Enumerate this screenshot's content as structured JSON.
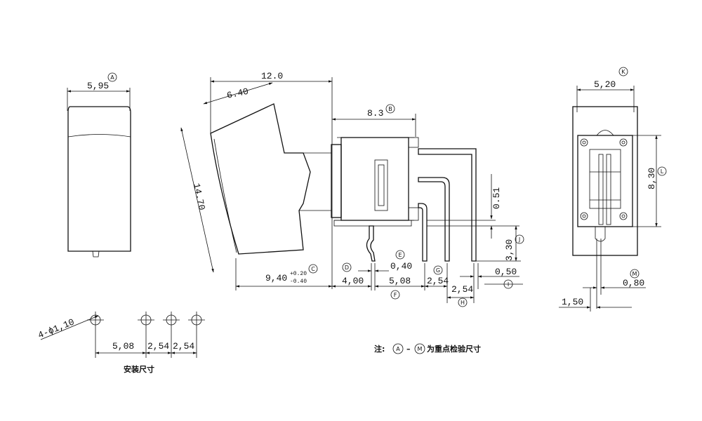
{
  "front_view": {
    "width": "5,95",
    "marker": "A"
  },
  "side_view": {
    "overall_length": "12.0",
    "actuator_offset": "6.40",
    "housing_width": "8.3",
    "housing_marker": "B",
    "actuator_length": "14.70",
    "actuator_to_housing": "9,40",
    "tol_plus": "+0.20",
    "tol_minus": "-0.40",
    "tol_marker": "C",
    "pin_offset": "4,00",
    "pin_offset_marker": "D",
    "pin_thickness": "0,40",
    "pin_thickness_marker": "E",
    "pin_pitch_1": "5,08",
    "pin_pitch_1_marker": "F",
    "pin_pitch_2": "2,54",
    "pin_pitch_2_marker": "G",
    "pin_pitch_3": "2,54",
    "pin_pitch_3_marker": "H",
    "pin_width": "0,50",
    "pin_width_marker": "I",
    "pin_protrusion": "3,30",
    "pin_protrusion_marker": "J",
    "gap": "0.51"
  },
  "end_view": {
    "width": "5,20",
    "width_marker": "K",
    "height": "8,30",
    "height_marker": "L",
    "pin_size": "0,80",
    "pin_size_marker": "M",
    "pin_offset": "1,50"
  },
  "mounting": {
    "holes": "4-ϕ1,10",
    "pitch_1": "5,08",
    "pitch_2": "2,54",
    "pitch_3": "2,54",
    "caption": "安装尺寸"
  },
  "note": {
    "prefix": "注:",
    "from_marker": "A",
    "dash": "–",
    "to_marker": "M",
    "text": "为重点检验尺寸"
  }
}
